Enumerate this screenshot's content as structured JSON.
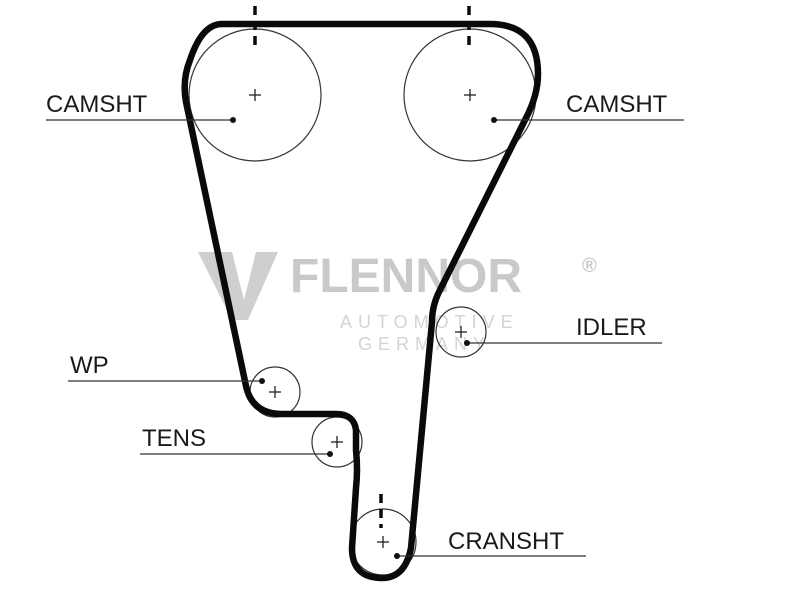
{
  "diagram": {
    "labels": {
      "camshaft_left": "CAMSHT",
      "camshaft_right": "CAMSHT",
      "idler": "IDLER",
      "water_pump": "WP",
      "tensioner": "TENS",
      "crankshaft": "CRANSHT"
    },
    "watermark": {
      "brand": "FLENNOR",
      "registered": "®",
      "line1": "AUTOMOTIVE",
      "line2": "GERMANY"
    },
    "colors": {
      "belt": "#0a0a0a",
      "pulley_outline": "#333333",
      "leader": "#333333",
      "watermark": "#c9c9c9"
    }
  }
}
